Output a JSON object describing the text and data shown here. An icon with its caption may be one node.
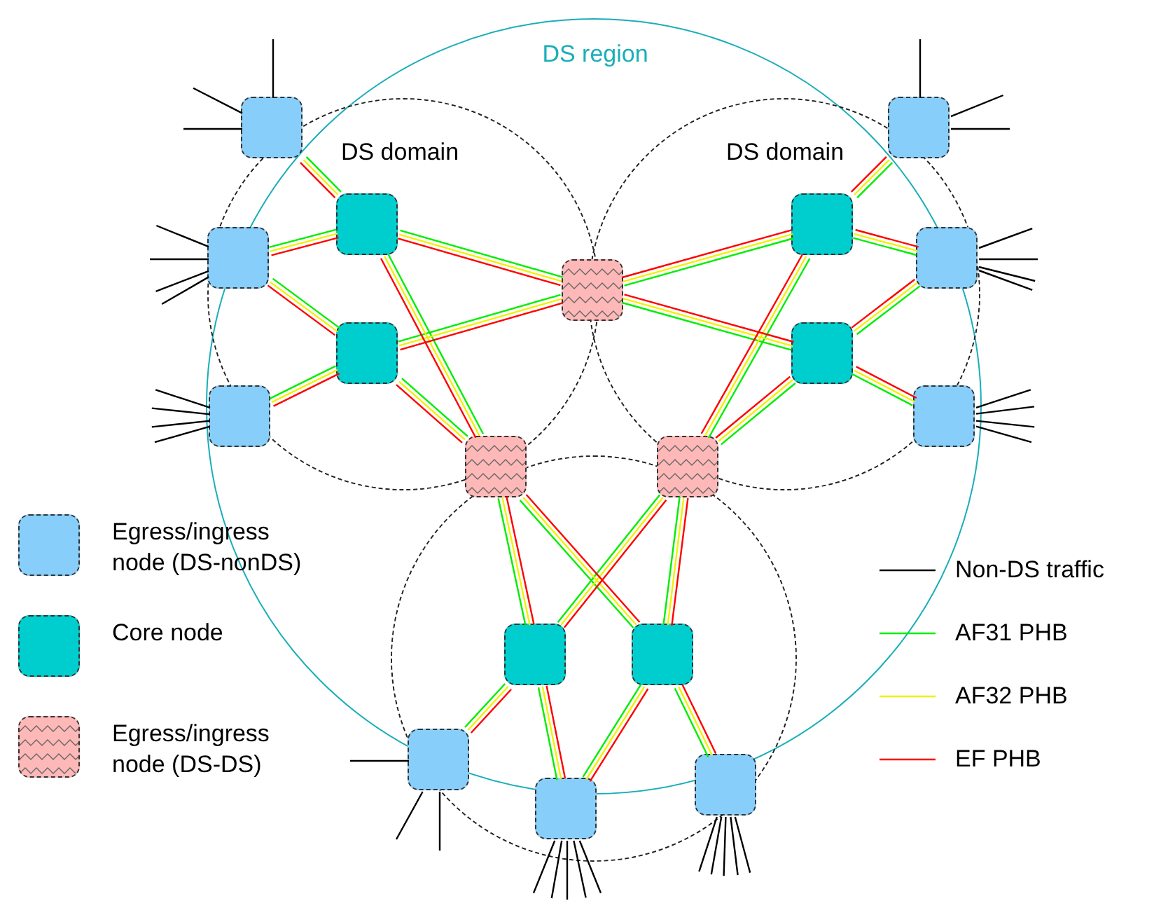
{
  "diagram": {
    "nodes": [
      {
        "text": [
          "DS region"
        ]
      },
      {
        "text": [
          "DS domain"
        ],
        "in": 0
      },
      {
        "text": [
          "DS domain"
        ],
        "in": 0
      },
      {
        "text": [],
        "shape": "circle",
        "in": 0
      },
      {
        "text": [],
        "shape": "box",
        "in": 1
      },
      {
        "text": [],
        "shape": "box",
        "in": 2
      },
      {
        "text": [],
        "shape": "box",
        "in": 1
      },
      {
        "text": [],
        "shape": "box",
        "in": 2
      },
      {
        "text": [],
        "shape": "box",
        "in": 1
      },
      {
        "text": [],
        "shape": "box",
        "in": 0
      },
      {
        "text": [],
        "shape": "box",
        "in": 2
      },
      {
        "text": [],
        "shape": "box",
        "in": 1
      },
      {
        "text": [],
        "shape": "box",
        "in": 2
      },
      {
        "text": [],
        "shape": "box",
        "in": 1
      },
      {
        "text": [],
        "shape": "box",
        "in": 0
      },
      {
        "text": [],
        "shape": "box",
        "in": 0
      },
      {
        "text": [],
        "shape": "box",
        "in": 2
      },
      {
        "text": [],
        "shape": "box",
        "in": 3
      },
      {
        "text": [],
        "shape": "box",
        "in": 3
      },
      {
        "text": [],
        "shape": "box",
        "in": 3
      },
      {
        "text": [],
        "shape": "box",
        "in": 3
      },
      {
        "text": [],
        "shape": "box",
        "in": 3
      }
    ],
    "edges": [
      {
        "from": 4,
        "to": 6,
        "arrow": "none",
        "color": "#00ee00"
      },
      {
        "from": 8,
        "to": 6,
        "arrow": "none",
        "color": "#00ee00"
      },
      {
        "from": 8,
        "to": 11,
        "arrow": "none",
        "color": "#00ee00"
      },
      {
        "from": 13,
        "to": 11,
        "arrow": "none",
        "color": "#00ee00"
      },
      {
        "from": 6,
        "to": 9,
        "arrow": "none",
        "color": "#00ee00"
      },
      {
        "from": 11,
        "to": 9,
        "arrow": "none",
        "color": "#00ee00"
      },
      {
        "from": 6,
        "to": 14,
        "arrow": "none",
        "color": "#00ee00"
      },
      {
        "from": 11,
        "to": 14,
        "arrow": "none",
        "color": "#00ee00"
      },
      {
        "from": 5,
        "to": 7,
        "arrow": "none",
        "color": "#00ee00"
      },
      {
        "from": 10,
        "to": 7,
        "arrow": "none",
        "color": "#00ee00"
      },
      {
        "from": 10,
        "to": 12,
        "arrow": "none",
        "color": "#00ee00"
      },
      {
        "from": 16,
        "to": 12,
        "arrow": "none",
        "color": "#00ee00"
      },
      {
        "from": 7,
        "to": 9,
        "arrow": "none",
        "color": "#00ee00"
      },
      {
        "from": 12,
        "to": 9,
        "arrow": "none",
        "color": "#00ee00"
      },
      {
        "from": 7,
        "to": 15,
        "arrow": "none",
        "color": "#00ee00"
      },
      {
        "from": 12,
        "to": 15,
        "arrow": "none",
        "color": "#00ee00"
      },
      {
        "from": 19,
        "to": 17,
        "arrow": "none",
        "color": "#00ee00"
      },
      {
        "from": 21,
        "to": 17,
        "arrow": "none",
        "color": "#00ee00"
      },
      {
        "from": 21,
        "to": 18,
        "arrow": "none",
        "color": "#00ee00"
      },
      {
        "from": 20,
        "to": 18,
        "arrow": "none",
        "color": "#00ee00"
      },
      {
        "from": 17,
        "to": 14,
        "arrow": "none",
        "color": "#00ee00"
      },
      {
        "from": 18,
        "to": 14,
        "arrow": "none",
        "color": "#00ee00"
      },
      {
        "from": 17,
        "to": 15,
        "arrow": "none",
        "color": "#00ee00"
      },
      {
        "from": 18,
        "to": 15,
        "arrow": "none",
        "color": "#00ee00"
      },
      {
        "from": 4,
        "to": 6,
        "arrow": "none",
        "color": "#f0f000"
      },
      {
        "from": 8,
        "to": 6,
        "arrow": "none",
        "color": "#f0f000"
      },
      {
        "from": 8,
        "to": 11,
        "arrow": "none",
        "color": "#f0f000"
      },
      {
        "from": 13,
        "to": 11,
        "arrow": "none",
        "color": "#f0f000"
      },
      {
        "from": 6,
        "to": 9,
        "arrow": "none",
        "color": "#f0f000"
      },
      {
        "from": 11,
        "to": 9,
        "arrow": "none",
        "color": "#f0f000"
      },
      {
        "from": 6,
        "to": 14,
        "arrow": "none",
        "color": "#f0f000"
      },
      {
        "from": 11,
        "to": 14,
        "arrow": "none",
        "color": "#f0f000"
      },
      {
        "from": 5,
        "to": 7,
        "arrow": "none",
        "color": "#f0f000"
      },
      {
        "from": 10,
        "to": 7,
        "arrow": "none",
        "color": "#f0f000"
      },
      {
        "from": 10,
        "to": 12,
        "arrow": "none",
        "color": "#f0f000"
      },
      {
        "from": 16,
        "to": 12,
        "arrow": "none",
        "color": "#f0f000"
      },
      {
        "from": 7,
        "to": 9,
        "arrow": "none",
        "color": "#f0f000"
      },
      {
        "from": 12,
        "to": 9,
        "arrow": "none",
        "color": "#f0f000"
      },
      {
        "from": 7,
        "to": 15,
        "arrow": "none",
        "color": "#f0f000"
      },
      {
        "from": 12,
        "to": 15,
        "arrow": "none",
        "color": "#f0f000"
      },
      {
        "from": 19,
        "to": 17,
        "arrow": "none",
        "color": "#f0f000"
      },
      {
        "from": 21,
        "to": 17,
        "arrow": "none",
        "color": "#f0f000"
      },
      {
        "from": 21,
        "to": 18,
        "arrow": "none",
        "color": "#f0f000"
      },
      {
        "from": 20,
        "to": 18,
        "arrow": "none",
        "color": "#f0f000"
      },
      {
        "from": 17,
        "to": 14,
        "arrow": "none",
        "color": "#f0f000"
      },
      {
        "from": 18,
        "to": 14,
        "arrow": "none",
        "color": "#f0f000"
      },
      {
        "from": 17,
        "to": 15,
        "arrow": "none",
        "color": "#f0f000"
      },
      {
        "from": 18,
        "to": 15,
        "arrow": "none",
        "color": "#f0f000"
      },
      {
        "from": 4,
        "to": 6,
        "arrow": "none",
        "color": "#ff0000"
      },
      {
        "from": 8,
        "to": 6,
        "arrow": "none",
        "color": "#ff0000"
      },
      {
        "from": 8,
        "to": 11,
        "arrow": "none",
        "color": "#ff0000"
      },
      {
        "from": 13,
        "to": 11,
        "arrow": "none",
        "color": "#ff0000"
      },
      {
        "from": 6,
        "to": 9,
        "arrow": "none",
        "color": "#ff0000"
      },
      {
        "from": 11,
        "to": 9,
        "arrow": "none",
        "color": "#ff0000"
      },
      {
        "from": 6,
        "to": 14,
        "arrow": "none",
        "color": "#ff0000"
      },
      {
        "from": 11,
        "to": 14,
        "arrow": "none",
        "color": "#ff0000"
      },
      {
        "from": 5,
        "to": 7,
        "arrow": "none",
        "color": "#ff0000"
      },
      {
        "from": 10,
        "to": 7,
        "arrow": "none",
        "color": "#ff0000"
      },
      {
        "from": 10,
        "to": 12,
        "arrow": "none",
        "color": "#ff0000"
      },
      {
        "from": 16,
        "to": 12,
        "arrow": "none",
        "color": "#ff0000"
      },
      {
        "from": 7,
        "to": 9,
        "arrow": "none",
        "color": "#ff0000"
      },
      {
        "from": 12,
        "to": 9,
        "arrow": "none",
        "color": "#ff0000"
      },
      {
        "from": 7,
        "to": 15,
        "arrow": "none",
        "color": "#ff0000"
      },
      {
        "from": 12,
        "to": 15,
        "arrow": "none",
        "color": "#ff0000"
      },
      {
        "from": 19,
        "to": 17,
        "arrow": "none",
        "color": "#ff0000"
      },
      {
        "from": 21,
        "to": 17,
        "arrow": "none",
        "color": "#ff0000"
      },
      {
        "from": 21,
        "to": 18,
        "arrow": "none",
        "color": "#ff0000"
      },
      {
        "from": 20,
        "to": 18,
        "arrow": "none",
        "color": "#ff0000"
      },
      {
        "from": 17,
        "to": 14,
        "arrow": "none",
        "color": "#ff0000"
      },
      {
        "from": 18,
        "to": 14,
        "arrow": "none",
        "color": "#ff0000"
      },
      {
        "from": 17,
        "to": 15,
        "arrow": "none",
        "color": "#ff0000"
      },
      {
        "from": 18,
        "to": 15,
        "arrow": "none",
        "color": "#ff0000"
      },
      {
        "from": 4,
        "to": null,
        "arrow": "none",
        "color": "#000000"
      },
      {
        "from": 4,
        "to": null,
        "arrow": "none",
        "color": "#000000"
      },
      {
        "from": 4,
        "to": null,
        "arrow": "none",
        "color": "#000000"
      },
      {
        "from": 8,
        "to": null,
        "arrow": "none",
        "color": "#000000"
      },
      {
        "from": 8,
        "to": null,
        "arrow": "none",
        "color": "#000000"
      },
      {
        "from": 8,
        "to": null,
        "arrow": "none",
        "color": "#000000"
      },
      {
        "from": 8,
        "to": null,
        "arrow": "none",
        "color": "#000000"
      },
      {
        "from": 13,
        "to": null,
        "arrow": "none",
        "color": "#000000"
      },
      {
        "from": 13,
        "to": null,
        "arrow": "none",
        "color": "#000000"
      },
      {
        "from": 13,
        "to": null,
        "arrow": "none",
        "color": "#000000"
      },
      {
        "from": 13,
        "to": null,
        "arrow": "none",
        "color": "#000000"
      },
      {
        "from": 5,
        "to": null,
        "arrow": "none",
        "color": "#000000"
      },
      {
        "from": 5,
        "to": null,
        "arrow": "none",
        "color": "#000000"
      },
      {
        "from": 5,
        "to": null,
        "arrow": "none",
        "color": "#000000"
      },
      {
        "from": 10,
        "to": null,
        "arrow": "none",
        "color": "#000000"
      },
      {
        "from": 10,
        "to": null,
        "arrow": "none",
        "color": "#000000"
      },
      {
        "from": 10,
        "to": null,
        "arrow": "none",
        "color": "#000000"
      },
      {
        "from": 10,
        "to": null,
        "arrow": "none",
        "color": "#000000"
      },
      {
        "from": 16,
        "to": null,
        "arrow": "none",
        "color": "#000000"
      },
      {
        "from": 16,
        "to": null,
        "arrow": "none",
        "color": "#000000"
      },
      {
        "from": 16,
        "to": null,
        "arrow": "none",
        "color": "#000000"
      },
      {
        "from": 16,
        "to": null,
        "arrow": "none",
        "color": "#000000"
      },
      {
        "from": 19,
        "to": null,
        "arrow": "none",
        "color": "#000000"
      },
      {
        "from": 19,
        "to": null,
        "arrow": "none",
        "color": "#000000"
      },
      {
        "from": 19,
        "to": null,
        "arrow": "none",
        "color": "#000000"
      },
      {
        "from": 21,
        "to": null,
        "arrow": "none",
        "color": "#000000"
      },
      {
        "from": 21,
        "to": null,
        "arrow": "none",
        "color": "#000000"
      },
      {
        "from": 21,
        "to": null,
        "arrow": "none",
        "color": "#000000"
      },
      {
        "from": 21,
        "to": null,
        "arrow": "none",
        "color": "#000000"
      },
      {
        "from": 21,
        "to": null,
        "arrow": "none",
        "color": "#000000"
      },
      {
        "from": 20,
        "to": null,
        "arrow": "none",
        "color": "#000000"
      },
      {
        "from": 20,
        "to": null,
        "arrow": "none",
        "color": "#000000"
      },
      {
        "from": 20,
        "to": null,
        "arrow": "none",
        "color": "#000000"
      },
      {
        "from": 20,
        "to": null,
        "arrow": "none",
        "color": "#000000"
      },
      {
        "from": 20,
        "to": null,
        "arrow": "none",
        "color": "#000000"
      }
    ],
    "legend": [
      {
        "text": "Egress/ingress node (DS-nonDS)",
        "color": "#87cefa"
      },
      {
        "text": "Core node",
        "color": "#00cece"
      },
      {
        "text": "Egress/ingress node (DS-DS)",
        "color": "#ffb8b8"
      },
      {
        "text": "Non-DS traffic"
      },
      {
        "text": "AF31 PHB"
      },
      {
        "text": "AF32 PHB"
      },
      {
        "text": "EF PHB"
      }
    ]
  }
}
